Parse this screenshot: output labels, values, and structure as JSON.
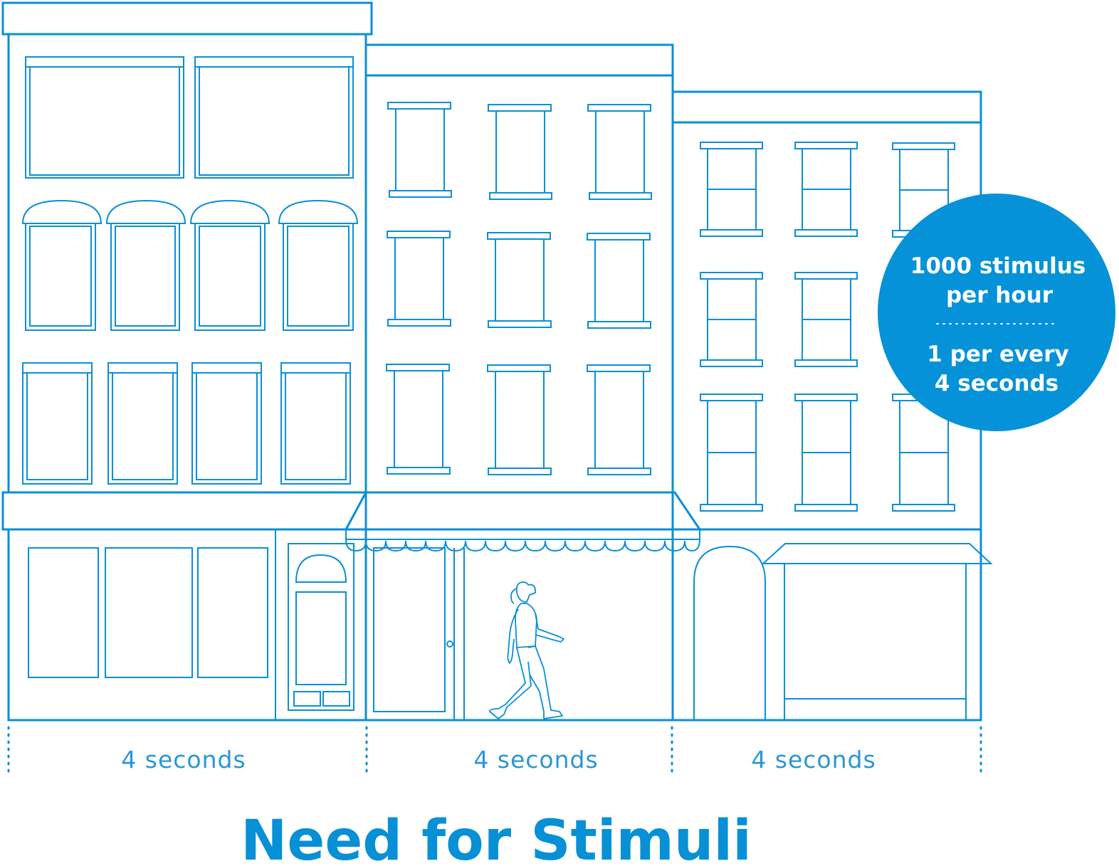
{
  "colors": {
    "line": "#0a8fd6",
    "accent": "#0592d8",
    "label": "#2a97d4",
    "background": "#ffffff"
  },
  "segments": [
    {
      "label": "4 seconds"
    },
    {
      "label": "4 seconds"
    },
    {
      "label": "4 seconds"
    }
  ],
  "bubble": {
    "line1": "1000 stimulus",
    "line2": "per hour",
    "line3": "1 per every",
    "line4": "4 seconds"
  },
  "title": "Need for Stimuli",
  "icons": {
    "pedestrian": "walking-woman-icon"
  }
}
